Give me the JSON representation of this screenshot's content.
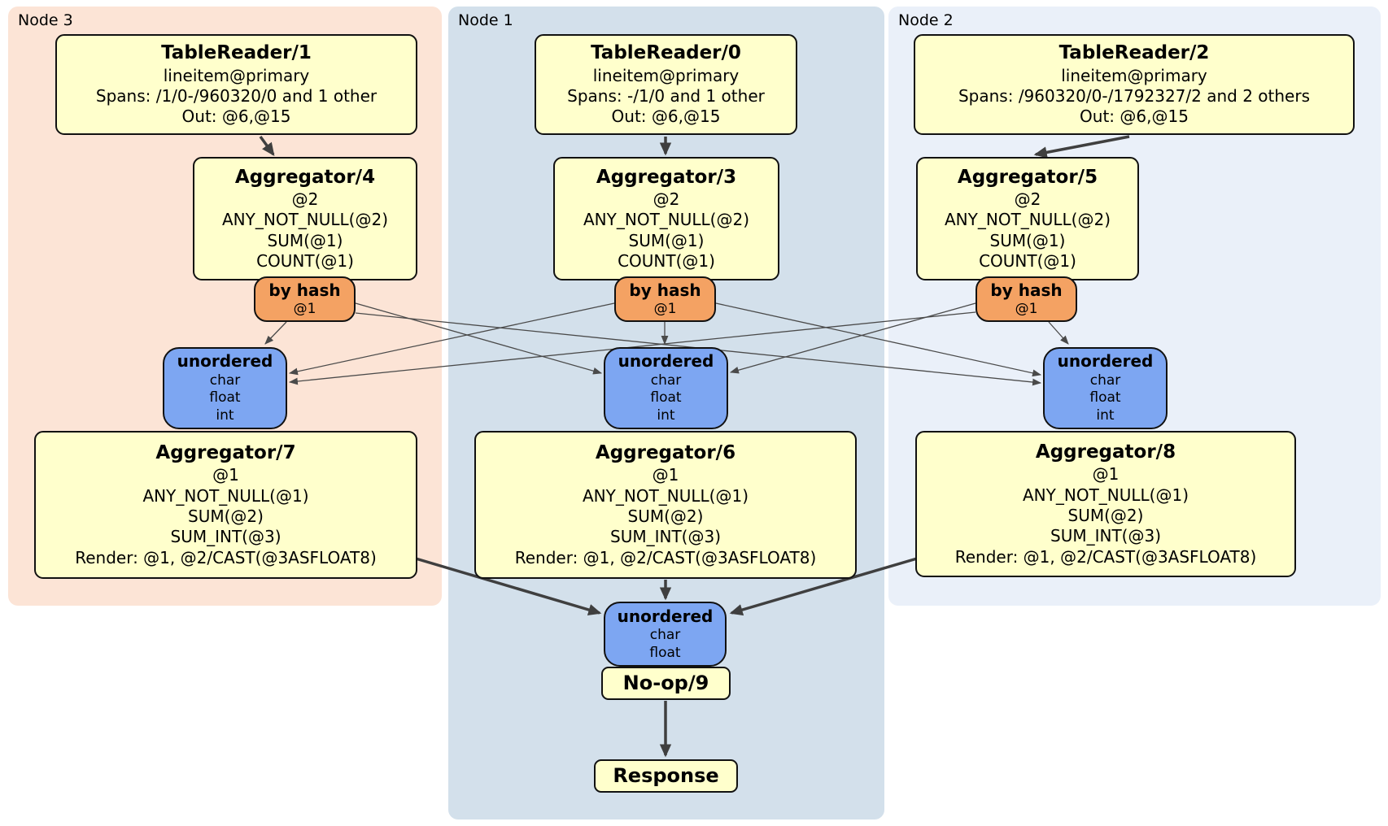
{
  "diagram": {
    "groups": [
      {
        "label": "Node 3"
      },
      {
        "label": "Node 1"
      },
      {
        "label": "Node 2"
      }
    ],
    "processors": {
      "tr1": {
        "title": "TableReader/1",
        "lines": [
          "lineitem@primary",
          "Spans: /1/0-/960320/0 and 1 other",
          "Out: @6,@15"
        ]
      },
      "tr0": {
        "title": "TableReader/0",
        "lines": [
          "lineitem@primary",
          "Spans: -/1/0 and 1 other",
          "Out: @6,@15"
        ]
      },
      "tr2": {
        "title": "TableReader/2",
        "lines": [
          "lineitem@primary",
          "Spans: /960320/0-/1792327/2 and 2 others",
          "Out: @6,@15"
        ]
      },
      "agg4": {
        "title": "Aggregator/4",
        "lines": [
          "@2",
          "ANY_NOT_NULL(@2)",
          "SUM(@1)",
          "COUNT(@1)"
        ]
      },
      "agg3": {
        "title": "Aggregator/3",
        "lines": [
          "@2",
          "ANY_NOT_NULL(@2)",
          "SUM(@1)",
          "COUNT(@1)"
        ]
      },
      "agg5": {
        "title": "Aggregator/5",
        "lines": [
          "@2",
          "ANY_NOT_NULL(@2)",
          "SUM(@1)",
          "COUNT(@1)"
        ]
      },
      "hash3": {
        "title": "by hash",
        "lines": [
          "@1"
        ]
      },
      "hash1": {
        "title": "by hash",
        "lines": [
          "@1"
        ]
      },
      "hash2": {
        "title": "by hash",
        "lines": [
          "@1"
        ]
      },
      "sync3": {
        "title": "unordered",
        "lines": [
          "char",
          "float",
          "int"
        ]
      },
      "sync1": {
        "title": "unordered",
        "lines": [
          "char",
          "float",
          "int"
        ]
      },
      "sync2": {
        "title": "unordered",
        "lines": [
          "char",
          "float",
          "int"
        ]
      },
      "agg7": {
        "title": "Aggregator/7",
        "lines": [
          "@1",
          "ANY_NOT_NULL(@1)",
          "SUM(@2)",
          "SUM_INT(@3)",
          "Render: @1, @2/CAST(@3ASFLOAT8)"
        ]
      },
      "agg6": {
        "title": "Aggregator/6",
        "lines": [
          "@1",
          "ANY_NOT_NULL(@1)",
          "SUM(@2)",
          "SUM_INT(@3)",
          "Render: @1, @2/CAST(@3ASFLOAT8)"
        ]
      },
      "agg8": {
        "title": "Aggregator/8",
        "lines": [
          "@1",
          "ANY_NOT_NULL(@1)",
          "SUM(@2)",
          "SUM_INT(@3)",
          "Render: @1, @2/CAST(@3ASFLOAT8)"
        ]
      },
      "syncFinal": {
        "title": "unordered",
        "lines": [
          "char",
          "float"
        ]
      },
      "noop": {
        "title": "No-op/9"
      },
      "response": {
        "title": "Response"
      }
    },
    "colors": {
      "node3_bg": "#fce4d6",
      "node1_bg": "#d3e0eb",
      "node2_bg": "#eaf0f9",
      "processor_fill": "#ffffcc",
      "router_fill": "#f4a263",
      "sync_fill": "#7da6f2",
      "edge": "#3f3f3f"
    }
  }
}
